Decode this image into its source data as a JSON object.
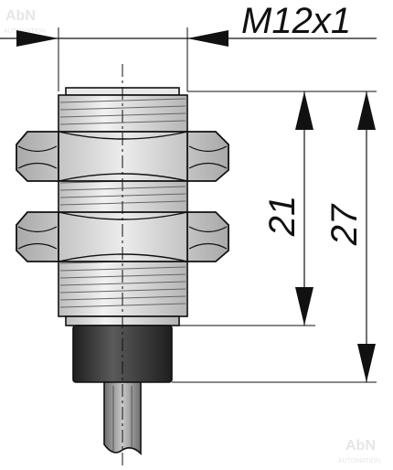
{
  "watermark": {
    "brand": "AbN",
    "tagline": "AUTOMATION"
  },
  "dimensions": {
    "thread": "M12x1",
    "length_threaded": "21",
    "length_total": "27"
  },
  "colors": {
    "line": "#111111",
    "body": "#d8d8d8",
    "nut": "#cfcfcf",
    "connector": "#3a3a3a",
    "cable": "#9a9a9a",
    "watermark": "#e6e6e6"
  }
}
